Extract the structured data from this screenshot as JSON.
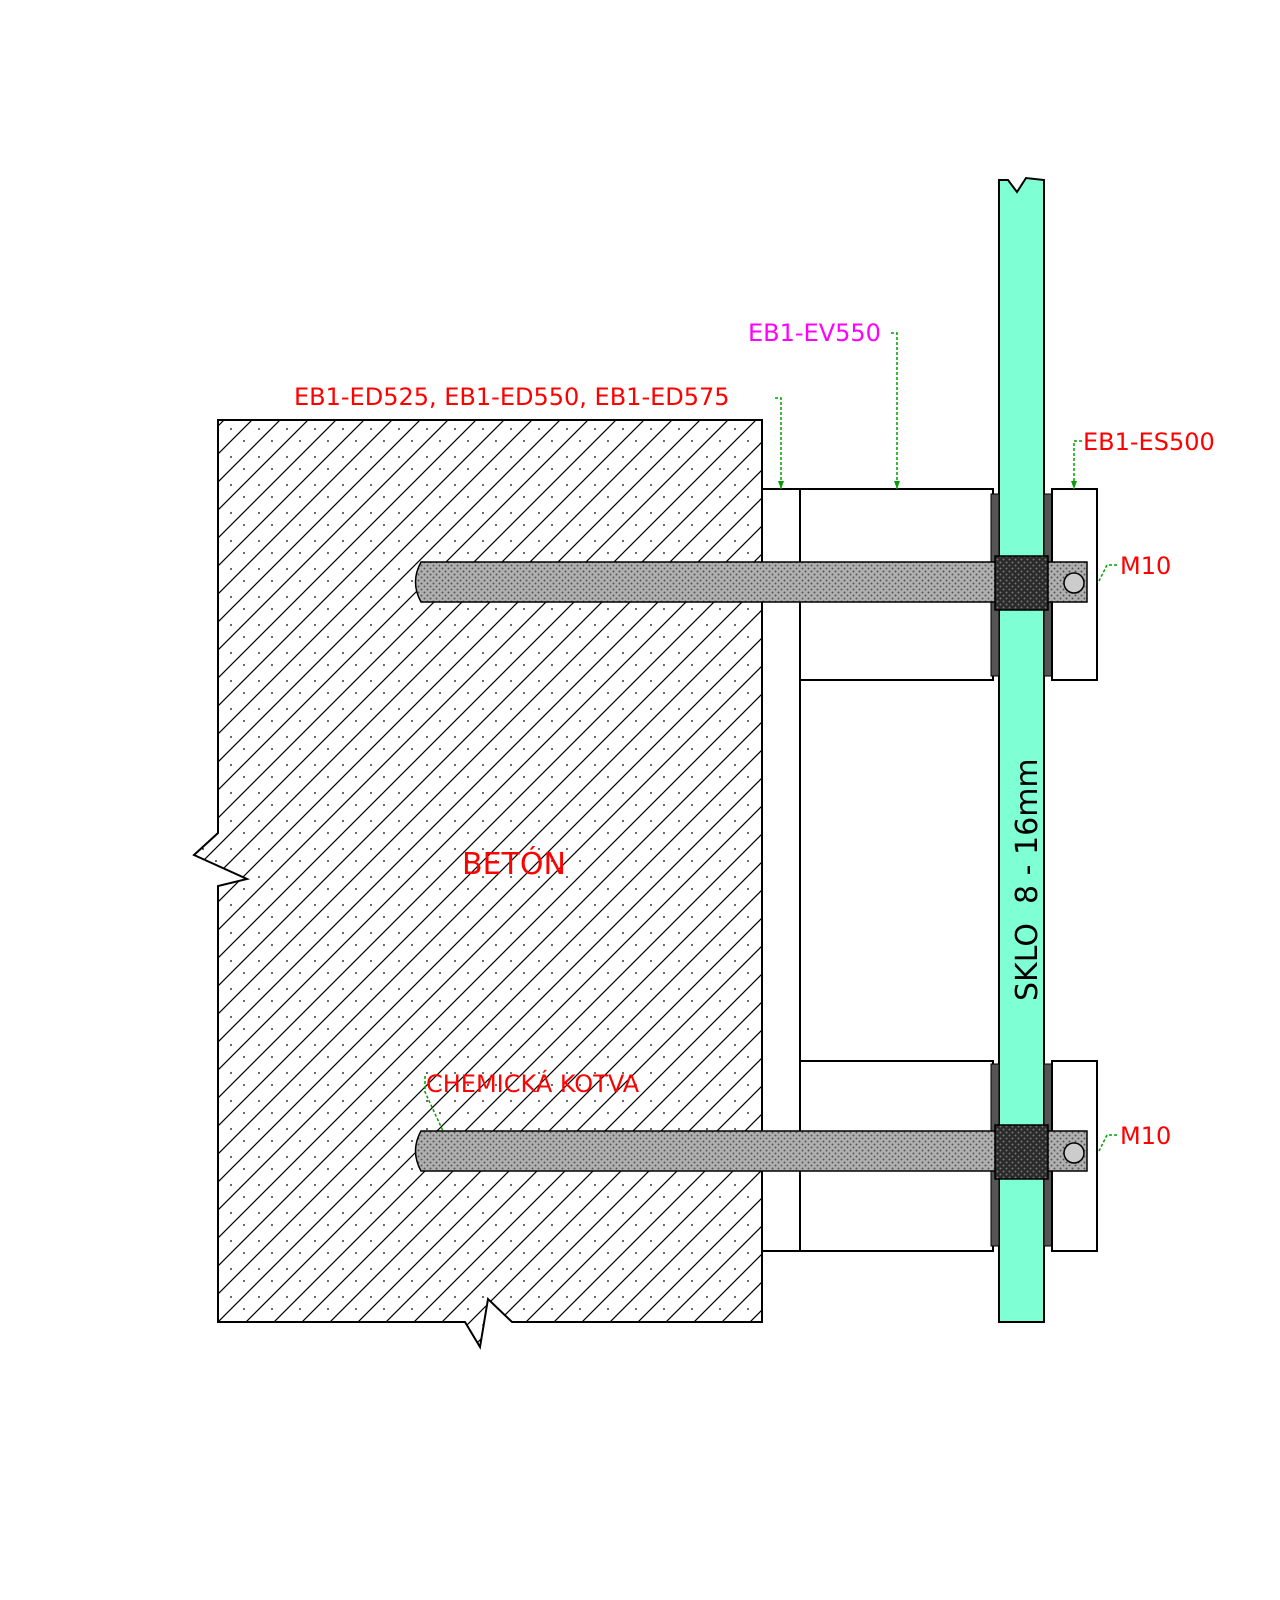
{
  "labels": {
    "concrete": "BETÓN",
    "glass": "SKLO  8 - 16mm",
    "spacers": "EB1-ED525, EB1-ED550, EB1-ED575",
    "standoff": "EB1-EV550",
    "cap": "EB1-ES500",
    "thread_top": "M10",
    "thread_bottom": "M10",
    "anchor": "CHEMICKÁ KOTVA"
  },
  "colors": {
    "label_red": "#ff0000",
    "label_magenta": "#ff00ff",
    "leader_green": "#00a000",
    "glass_fill": "#7fffd4",
    "gasket": "#555555",
    "gasket_block": "#333333",
    "rod_fill": "#9a9a9a",
    "outline": "#000000"
  }
}
